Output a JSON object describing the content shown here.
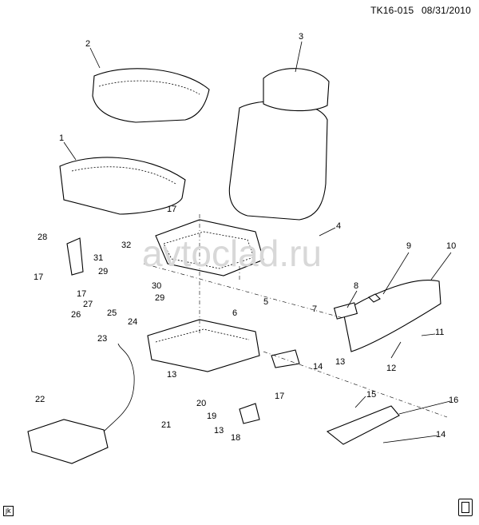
{
  "header": {
    "diagram_id": "TK16-015",
    "date": "08/31/2010"
  },
  "watermark": "avtoclad.ru",
  "corner_tag": "jk",
  "labels": [
    "1",
    "2",
    "3",
    "4",
    "5",
    "6",
    "7",
    "8",
    "9",
    "10",
    "11",
    "12",
    "13",
    "13",
    "13",
    "14",
    "14",
    "15",
    "16",
    "17",
    "17",
    "17",
    "17",
    "18",
    "19",
    "20",
    "21",
    "22",
    "23",
    "24",
    "25",
    "26",
    "27",
    "28",
    "29",
    "29",
    "30",
    "31",
    "32"
  ]
}
